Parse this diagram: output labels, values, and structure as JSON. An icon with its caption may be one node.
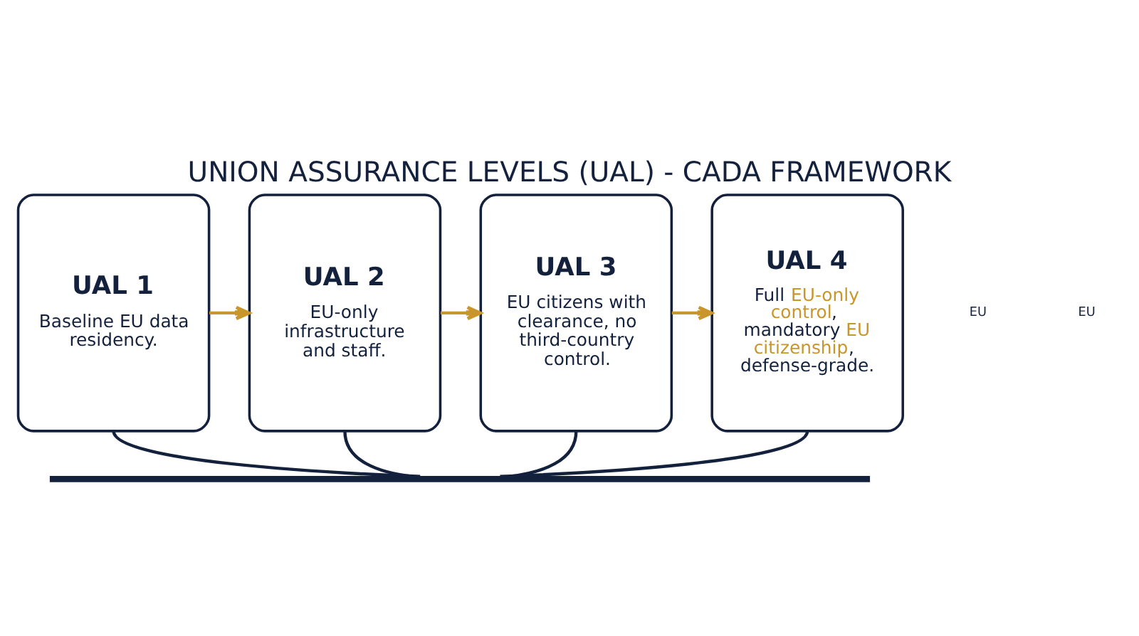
{
  "diagram": {
    "title": "UNION ASSURANCE LEVELS (UAL) - CADA FRAMEWORK",
    "nodes": [
      {
        "text": [
          "UAL 1",
          "Baseline EU data residency."
        ]
      },
      {
        "text": [
          "UAL 2",
          "EU-only infrastructure and staff."
        ]
      },
      {
        "text": [
          "UAL 3",
          "EU citizens with clearance, no third-country control."
        ]
      },
      {
        "text": [
          "UAL 4",
          "Full **EU-only control**, mandatory **EU citizenship**, defense-grade."
        ]
      },
      {
        "text": [],
        "shape": "bar"
      }
    ],
    "edges": [
      {
        "from": 0,
        "to": 1,
        "arrow": "to",
        "color": "#c9962b"
      },
      {
        "from": 1,
        "to": 2,
        "arrow": "to",
        "color": "#c9962b"
      },
      {
        "from": 2,
        "to": 3,
        "arrow": "to",
        "color": "#c9962b"
      },
      {
        "from": 0,
        "to": 4,
        "arrow": "none"
      },
      {
        "from": 1,
        "to": 4,
        "arrow": "none"
      },
      {
        "from": 2,
        "to": 4,
        "arrow": "none"
      },
      {
        "from": 3,
        "to": 4,
        "arrow": "none"
      }
    ],
    "labels": [
      "EU",
      "EU"
    ]
  }
}
